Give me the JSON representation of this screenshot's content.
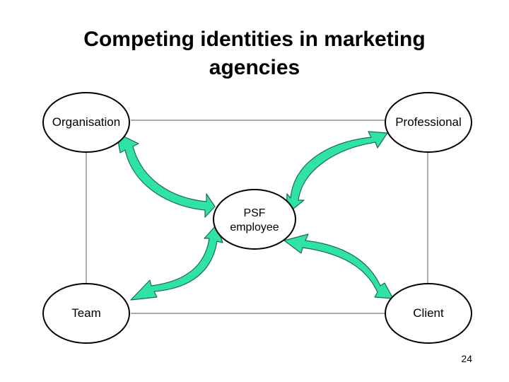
{
  "title": {
    "line1": "Competing identities in marketing",
    "line2": "agencies"
  },
  "nodes": {
    "organisation": "Organisation",
    "professional": "Professional",
    "psf_line1": "PSF",
    "psf_line2": "employee",
    "team": "Team",
    "client": "Client"
  },
  "colors": {
    "arrow_fill": "#2fe3a8",
    "arrow_stroke": "#1f6b4f",
    "ellipse_stroke": "#000000",
    "line": "#777777"
  },
  "slide_number": "24"
}
